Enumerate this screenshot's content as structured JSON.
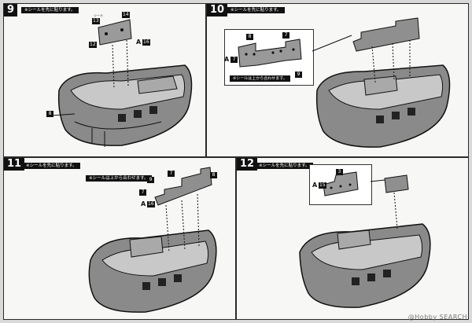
{
  "steps": [
    {
      "number": "9",
      "note": "※シールを先に貼ります。",
      "inset_note": "",
      "labels": {
        "top_a": "13",
        "top_b": "14",
        "side": "12",
        "part": "A",
        "part_num": "16",
        "hull": "8"
      }
    },
    {
      "number": "10",
      "note": "※シールを先に貼ります。",
      "inset_note": "※シールは上から合わせます。",
      "labels": {
        "a": "8",
        "b": "7",
        "c": "9",
        "part": "A",
        "part_num": "7"
      }
    },
    {
      "number": "11",
      "note": "※シールを先に貼ります。",
      "inset_note": "※シールは上から合わせます。",
      "labels": {
        "a": "9",
        "b": "7",
        "c": "8",
        "d": "7",
        "part": "A",
        "part_num": "16"
      }
    },
    {
      "number": "12",
      "note": "※シールを先に貼ります。",
      "inset_note": "",
      "labels": {
        "a": "3",
        "part": "A",
        "part_num": "15"
      }
    }
  ],
  "tiny_tag": "シール",
  "watermark": "@Hobby SEARCH",
  "colors": {
    "panel": "#f7f7f5",
    "frame": "#d9d9d9",
    "ink": "#111111"
  }
}
